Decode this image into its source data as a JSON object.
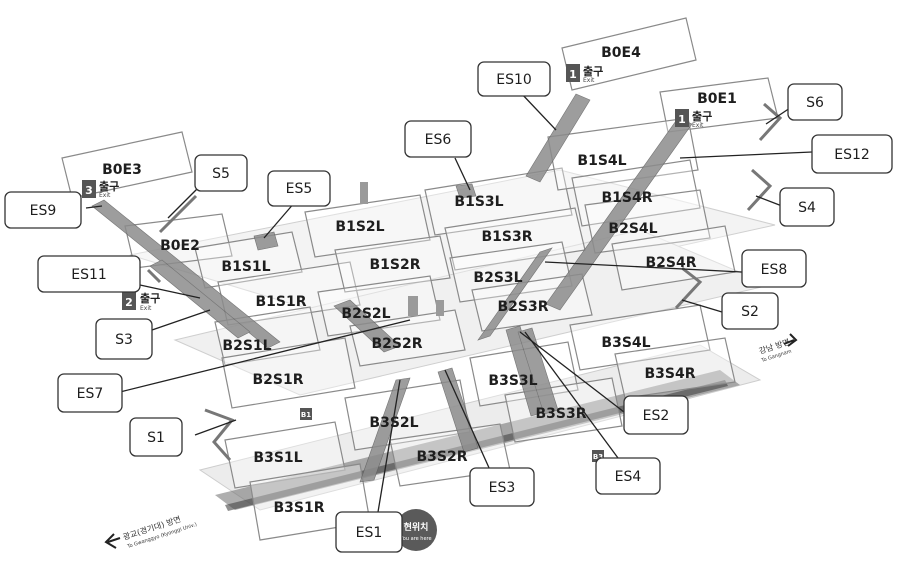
{
  "floor_labels": {
    "B0E1": "B0E1",
    "B0E2": "B0E2",
    "B0E3": "B0E3",
    "B0E4": "B0E4",
    "B1S1L": "B1S1L",
    "B1S1R": "B1S1R",
    "B1S2L": "B1S2L",
    "B1S2R": "B1S2R",
    "B1S3L": "B1S3L",
    "B1S3R": "B1S3R",
    "B1S4L": "B1S4L",
    "B1S4R": "B1S4R",
    "B2S1L": "B2S1L",
    "B2S1R": "B2S1R",
    "B2S2L": "B2S2L",
    "B2S2R": "B2S2R",
    "B2S3L": "B2S3L",
    "B2S3R": "B2S3R",
    "B2S4L": "B2S4L",
    "B2S4R": "B2S4R",
    "B3S1L": "B3S1L",
    "B3S1R": "B3S1R",
    "B3S2L": "B3S2L",
    "B3S2R": "B3S2R",
    "B3S3L": "B3S3L",
    "B3S3R": "B3S3R",
    "B3S4L": "B3S4L",
    "B3S4R": "B3S4R"
  },
  "callouts": {
    "ES1": "ES1",
    "ES2": "ES2",
    "ES3": "ES3",
    "ES4": "ES4",
    "ES5": "ES5",
    "ES6": "ES6",
    "ES7": "ES7",
    "ES8": "ES8",
    "ES9": "ES9",
    "ES10": "ES10",
    "ES11": "ES11",
    "ES12": "ES12",
    "S1": "S1",
    "S2": "S2",
    "S3": "S3",
    "S4": "S4",
    "S5": "S5",
    "S6": "S6"
  },
  "exits": {
    "exit1_num": "1",
    "exit1_text": "출구",
    "exit2_num": "2",
    "exit2_text": "출구",
    "exit3_num": "3",
    "exit3_text": "출구",
    "exit4_num": "1",
    "exit4_text": "출구",
    "exit_sub": "Exit"
  },
  "directions": {
    "right_main": "강남 방면",
    "right_sub": "To Gangnam",
    "left_main": "광교(경기대) 방면",
    "left_sub": "To Gwanggyo (Kyonggi Univ.)"
  },
  "current_location": {
    "main": "현위치",
    "sub": "You are here"
  },
  "floor_markers": {
    "b1": "B1",
    "b3": "B3"
  },
  "colors": {
    "zone_stroke": "#8a8a8a",
    "escalator": "#8c8c8c",
    "here_badge": "#5a5a5a"
  }
}
